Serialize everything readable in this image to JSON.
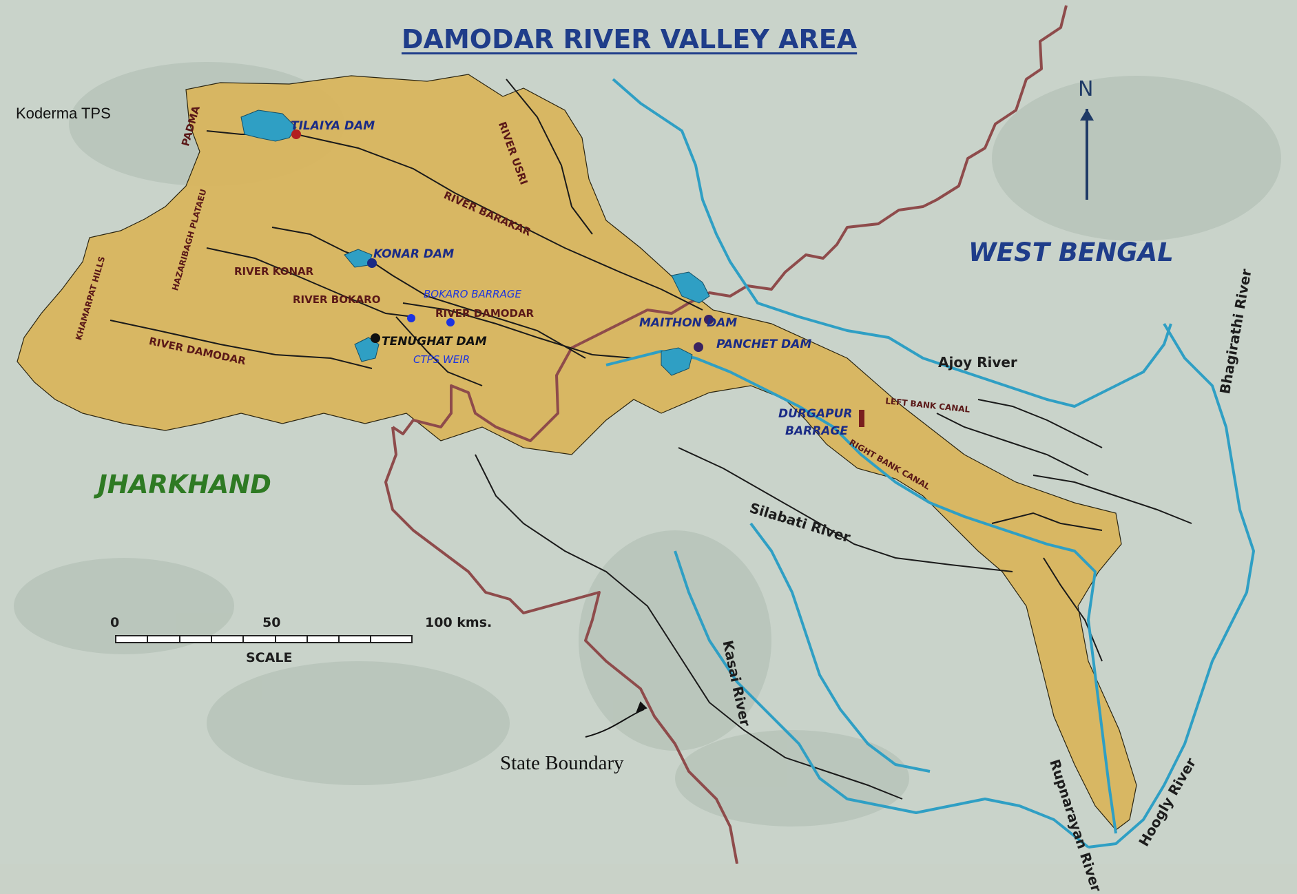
{
  "title": "DAMODAR RIVER VALLEY AREA",
  "regions": {
    "west_bengal": "WEST BENGAL",
    "jharkhand": "JHARKHAND"
  },
  "annotations": {
    "koderma": "Koderma TPS",
    "state_boundary": "State Boundary"
  },
  "dams": {
    "tilaiya": "TILAIYA DAM",
    "konar": "KONAR DAM",
    "bokaro_barrage": "BOKARO BARRAGE",
    "tenughat": "TENUGHAT DAM",
    "ctps_weir": "CTPS WEIR",
    "maithon": "MAITHON",
    "maithon_dam": "DAM",
    "panchet": "PANCHET DAM",
    "durgapur": "DURGAPUR",
    "durgapur_barrage": "BARRAGE"
  },
  "rivers": {
    "padma": "PADMA",
    "usri": "RIVER USRI",
    "barakar": "RIVER BARAKAR",
    "konar": "RIVER KONAR",
    "bokaro": "RIVER BOKARO",
    "damodar_main": "RIVER DAMODAR",
    "damodar_west": "RIVER DAMODAR",
    "ajoy": "Ajoy River",
    "bhagirathi": "Bhagirathi River",
    "silabati": "Silabati River",
    "kasai": "Kasai River",
    "rupnarayan": "Rupnarayan River",
    "hoogly": "Hoogly River"
  },
  "canals": {
    "left": "LEFT BANK CANAL",
    "right": "RIGHT BANK CANAL"
  },
  "terrain": {
    "hazaribagh": "HAZARIBAGH PLATAEU",
    "khamarpat": "KHAMARPAT HILLS"
  },
  "scale": {
    "ticks": [
      "0",
      "50",
      "100 kms."
    ],
    "label": "SCALE"
  },
  "north": "N",
  "colors": {
    "basin": "#d9b45a",
    "river": "#2f9fc4",
    "state_boundary": "#8e4b4b",
    "title": "#1f3d8a",
    "jharkhand": "#2e7a23",
    "west_bengal": "#1f3d8a"
  }
}
